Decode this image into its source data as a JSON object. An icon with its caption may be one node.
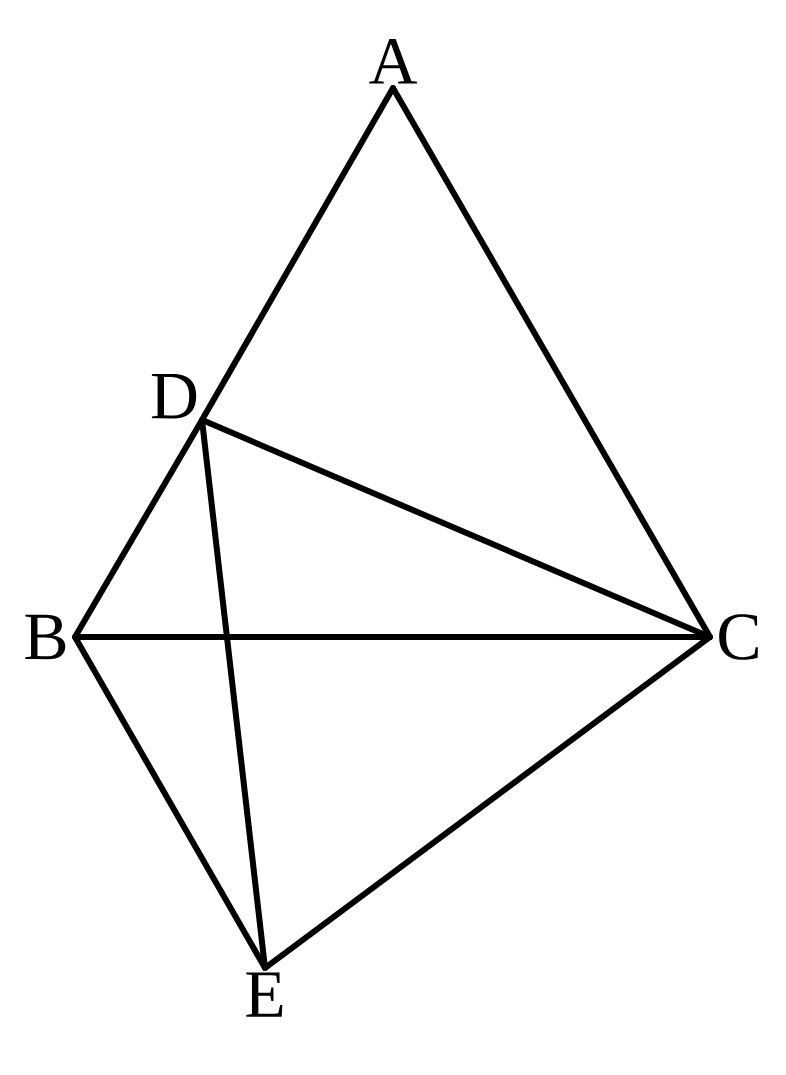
{
  "diagram": {
    "nodes": [
      {
        "text": [
          "A"
        ]
      },
      {
        "text": [
          "B"
        ]
      },
      {
        "text": [
          "C"
        ]
      },
      {
        "text": [
          "D"
        ]
      },
      {
        "text": [
          "E"
        ]
      }
    ],
    "edges": [
      {
        "from": 0,
        "to": 3,
        "arrow": "none"
      },
      {
        "from": 3,
        "to": 1,
        "arrow": "none"
      },
      {
        "from": 0,
        "to": 2,
        "arrow": "none"
      },
      {
        "from": 3,
        "to": 2,
        "arrow": "none"
      },
      {
        "from": 1,
        "to": 2,
        "arrow": "none"
      },
      {
        "from": 1,
        "to": 4,
        "arrow": "none"
      },
      {
        "from": 3,
        "to": 4,
        "arrow": "none"
      },
      {
        "from": 4,
        "to": 2,
        "arrow": "none"
      }
    ]
  }
}
